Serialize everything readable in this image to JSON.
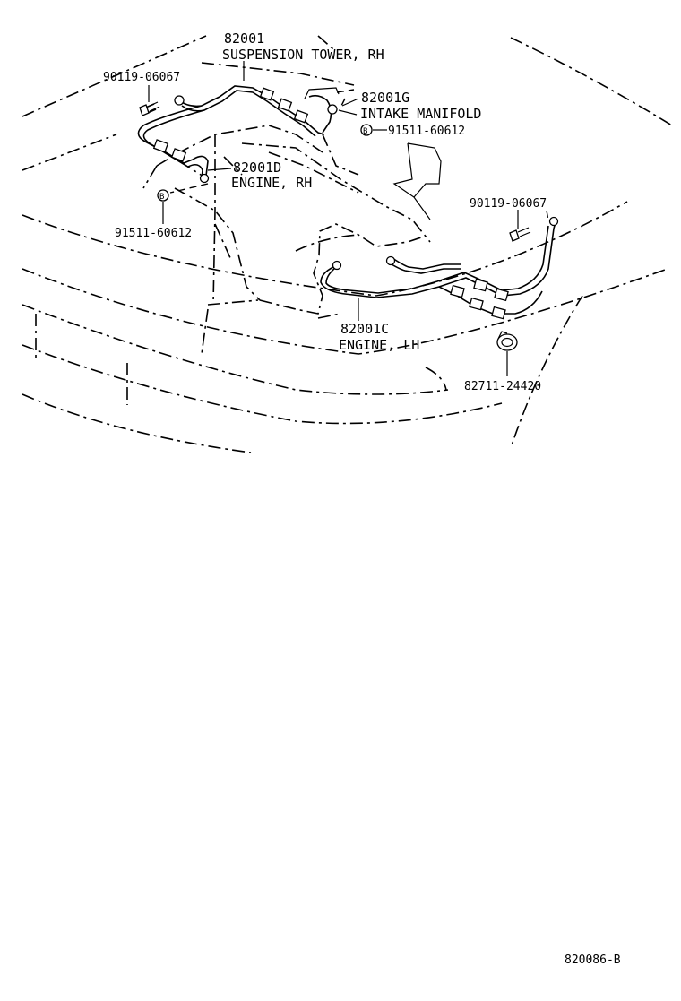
{
  "parts": [
    {
      "id": "p-82001",
      "number": "82001",
      "description": "SUSPENSION TOWER, RH"
    },
    {
      "id": "p-82001g",
      "number": "82001G",
      "description": "INTAKE MANIFOLD"
    },
    {
      "id": "p-82001d",
      "number": "82001D",
      "description": "ENGINE, RH"
    },
    {
      "id": "p-82001c",
      "number": "82001C",
      "description": "ENGINE, LH"
    },
    {
      "id": "p-90119-left",
      "number": "90119-06067"
    },
    {
      "id": "p-90119-right",
      "number": "90119-06067"
    },
    {
      "id": "p-91511-upper",
      "number": "91511-60612"
    },
    {
      "id": "p-91511-lower",
      "number": "91511-60612"
    },
    {
      "id": "p-82711",
      "number": "82711-24420"
    }
  ],
  "bolt_marker": "B",
  "diagram_id": "820086-B"
}
